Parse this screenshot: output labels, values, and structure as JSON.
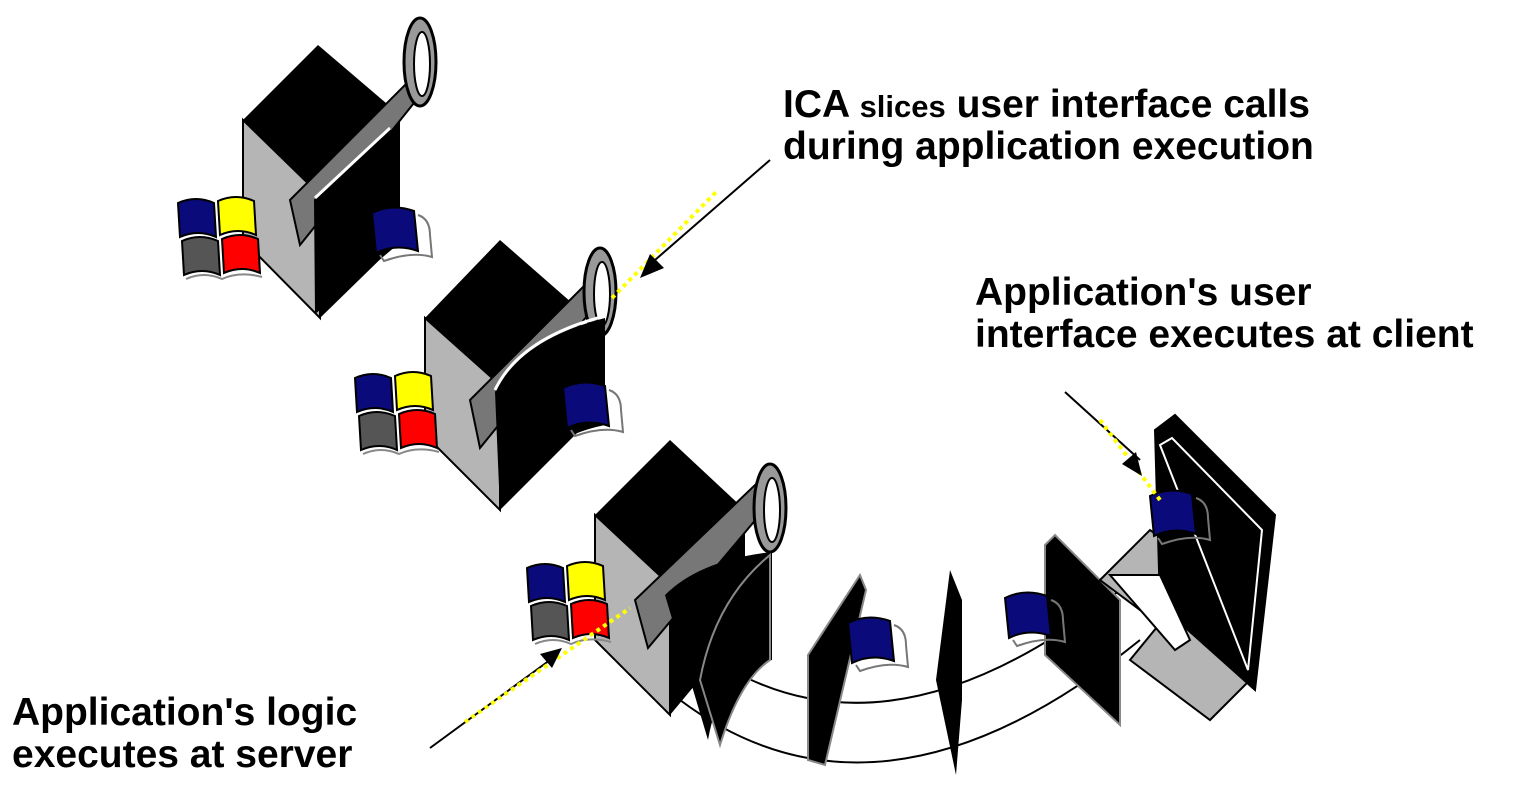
{
  "labels": {
    "ica": {
      "part1": "ICA ",
      "part2": "slices",
      "part3": " user interface calls",
      "line2": "during application execution"
    },
    "client": {
      "line1": "Application's user",
      "line2": "interface executes at client"
    },
    "server": {
      "line1": "Application's logic",
      "line2": "executes at server"
    }
  },
  "colors": {
    "flag_blue": "#0a0a7a",
    "flag_yellow": "#ffff00",
    "flag_red": "#ff0000",
    "flag_gray": "#555555",
    "server_side": "#b5b5b5",
    "pointer_dots": "#ffff00"
  },
  "icons": [
    "server-tower-icon",
    "scissors-icon",
    "windows-flag-icon",
    "laptop-icon",
    "ui-slice-icon"
  ]
}
